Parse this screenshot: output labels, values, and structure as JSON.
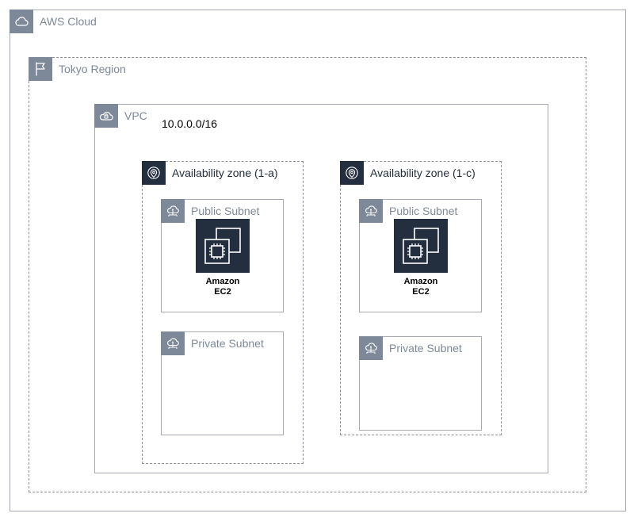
{
  "aws_cloud": {
    "label": "AWS Cloud",
    "icon": "cloud-icon"
  },
  "region": {
    "label": "Tokyo Region",
    "icon": "flag-icon"
  },
  "vpc": {
    "label": "VPC",
    "cidr": "10.0.0.0/16",
    "icon": "vpc-lock-cloud-icon"
  },
  "zones": [
    {
      "label": "Availability zone (1-a)",
      "icon": "location-pin-icon",
      "public_subnet": {
        "label": "Public Subnet",
        "icon": "subnet-cloud-icon",
        "instance": {
          "line1": "Amazon",
          "line2": "EC2",
          "icon": "ec2-chip-icon"
        }
      },
      "private_subnet": {
        "label": "Private Subnet",
        "icon": "subnet-cloud-icon"
      }
    },
    {
      "label": "Availability zone (1-c)",
      "icon": "location-pin-icon",
      "public_subnet": {
        "label": "Public Subnet",
        "icon": "subnet-cloud-icon",
        "instance": {
          "line1": "Amazon",
          "line2": "EC2",
          "icon": "ec2-chip-icon"
        }
      },
      "private_subnet": {
        "label": "Private Subnet",
        "icon": "subnet-cloud-icon"
      }
    }
  ],
  "colors": {
    "group_gray": "#7d8998",
    "border_gray": "#a6abb1",
    "ec2_dark": "#232f3e"
  }
}
